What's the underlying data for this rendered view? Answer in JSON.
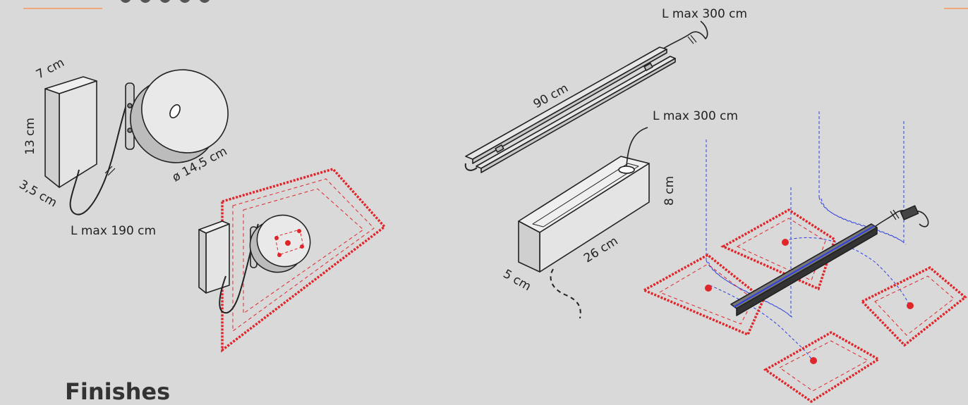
{
  "colors": {
    "background": "#d9d9d9",
    "accent": "#f0a77b",
    "outline": "#222222",
    "projection_red": "#e0262a",
    "cable_blue": "#2f3fe0"
  },
  "icons": {
    "wall_module": "wall-light-diffuser-icon",
    "ceiling_module": "suspended-track-diffuser-icon"
  },
  "wall_module": {
    "depth": "7 cm",
    "height": "13 cm",
    "width": "3,5 cm",
    "diameter": "ø 14,5 cm",
    "cable": "L max 190 cm"
  },
  "track_module": {
    "cable": "L max 300 cm",
    "length": "90 cm"
  },
  "driver_box": {
    "cable": "L max 300 cm",
    "height": "8 cm",
    "length": "26 cm",
    "width": "5 cm"
  },
  "section": {
    "heading": "Finishes"
  }
}
